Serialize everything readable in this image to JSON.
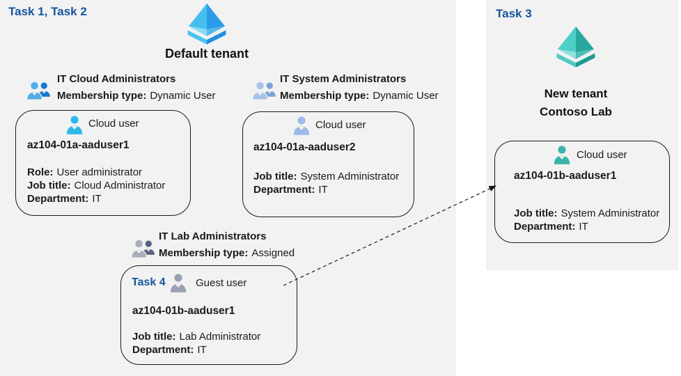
{
  "colors": {
    "task_label": "#15569e",
    "panel_background": "#f2f2f2",
    "box_border": "#1a1a1a",
    "tenant_icon_blue": [
      "#46bff0",
      "#2b9be8",
      "#8adaf6",
      "#55b8ea",
      "#49c3f0",
      "#1d90e2"
    ],
    "tenant_icon_teal": [
      "#4ecfc6",
      "#28a89d",
      "#90e2dc",
      "#52bfb5",
      "#4fc9c0",
      "#1d9a8f"
    ],
    "group_icon_cloud": [
      "#4fade6",
      "#1a75d2"
    ],
    "group_icon_system": [
      "#a7c3ea",
      "#7ba3d8"
    ],
    "group_icon_lab": [
      "#a9aebc",
      "#5a6080"
    ],
    "user_icon_cloud1": "#2fb9e9",
    "user_icon_cloud2": "#9dbbe6",
    "user_icon_guest": "#9ba1b4",
    "user_icon_teal": "#3ab3ab"
  },
  "icons": {
    "left_tenant": "azure-tenant-pyramid-icon (blue)",
    "right_tenant": "azure-tenant-pyramid-icon (teal)",
    "groups": "two-people-group-icon",
    "users": "single-person-icon"
  },
  "left": {
    "task_label": "Task 1, Task 2",
    "tenant_title": "Default tenant",
    "groups": [
      {
        "name": "IT Cloud Administrators",
        "membership_label": "Membership type:",
        "membership_value": "Dynamic User"
      },
      {
        "name": "IT System Administrators",
        "membership_label": "Membership type:",
        "membership_value": "Dynamic User"
      },
      {
        "name": "IT Lab Administrators",
        "membership_label": "Membership type:",
        "membership_value": "Assigned"
      }
    ],
    "users": [
      {
        "kind_label": "Cloud user",
        "name": "az104-01a-aaduser1",
        "fields": [
          {
            "label": "Role:",
            "value": "User administrator"
          },
          {
            "label": "Job title:",
            "value": "Cloud Administrator"
          },
          {
            "label": "Department:",
            "value": "IT"
          }
        ]
      },
      {
        "kind_label": "Cloud user",
        "name": "az104-01a-aaduser2",
        "fields": [
          {
            "label": "Job title:",
            "value": "System Administrator"
          },
          {
            "label": "Department:",
            "value": "IT"
          }
        ]
      },
      {
        "task_label": "Task 4",
        "kind_label": "Guest user",
        "name": "az104-01b-aaduser1",
        "fields": [
          {
            "label": "Job title:",
            "value": "Lab Administrator"
          },
          {
            "label": "Department:",
            "value": "IT"
          }
        ]
      }
    ]
  },
  "right": {
    "task_label": "Task 3",
    "tenant_title_line1": "New tenant",
    "tenant_title_line2": "Contoso Lab",
    "user": {
      "kind_label": "Cloud user",
      "name": "az104-01b-aaduser1",
      "fields": [
        {
          "label": "Job title:",
          "value": "System Administrator"
        },
        {
          "label": "Department:",
          "value": "IT"
        }
      ]
    }
  }
}
